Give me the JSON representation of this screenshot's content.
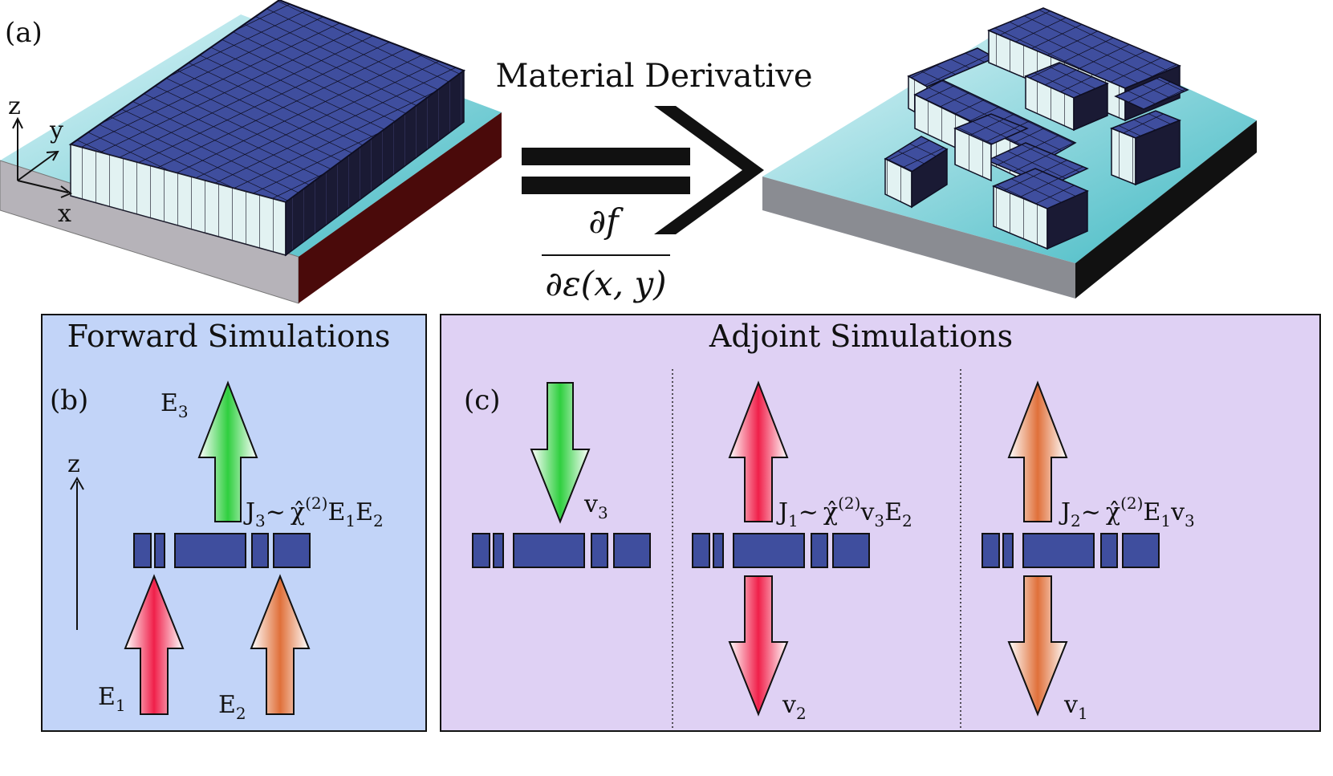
{
  "panel_a": {
    "label": "(a)",
    "axis_z": "z",
    "axis_y": "y",
    "axis_x": "x",
    "arrow_title": "Material Derivative",
    "derivative_numerator": "∂f",
    "derivative_denominator": "∂ε(x, y)"
  },
  "forward": {
    "title": "Forward Simulations",
    "label": "(b)",
    "axis": "z",
    "e3": {
      "main": "E",
      "sub": "3"
    },
    "e1": {
      "main": "E",
      "sub": "1"
    },
    "e2": {
      "main": "E",
      "sub": "2"
    },
    "source": {
      "j": "J",
      "jsub": "3",
      "tilde": "~",
      "chi": "χ̂",
      "sup": "(2)",
      "f1": "E",
      "f1sub": "1",
      "f2": "E",
      "f2sub": "2"
    }
  },
  "adjoint": {
    "title": "Adjoint Simulations",
    "label": "(c)",
    "v3": {
      "main": "v",
      "sub": "3"
    },
    "v2": {
      "main": "v",
      "sub": "2"
    },
    "v1": {
      "main": "v",
      "sub": "1"
    },
    "source_1": {
      "j": "J",
      "jsub": "1",
      "tilde": "~",
      "chi": "χ̂",
      "sup": "(2)",
      "f1": "v",
      "f1sub": "3",
      "f2": "E",
      "f2sub": "2"
    },
    "source_2": {
      "j": "J",
      "jsub": "2",
      "tilde": "~",
      "chi": "χ̂",
      "sup": "(2)",
      "f1": "E",
      "f1sub": "1",
      "f2": "v",
      "f2sub": "3"
    }
  },
  "colors": {
    "forward_bg": "#c2d4f8",
    "adjoint_bg": "#dfd1f4",
    "block_top": "#3f4e9e",
    "block_side": "#e2f2f2",
    "block_dark": "#14142a",
    "substrate_top": "#7fcfd7",
    "substrate_front": "#aaa8ae",
    "substrate_side": "#4a0a0a",
    "green": "#2fcf3f",
    "red": "#f0204a",
    "orange": "#e0703a"
  }
}
